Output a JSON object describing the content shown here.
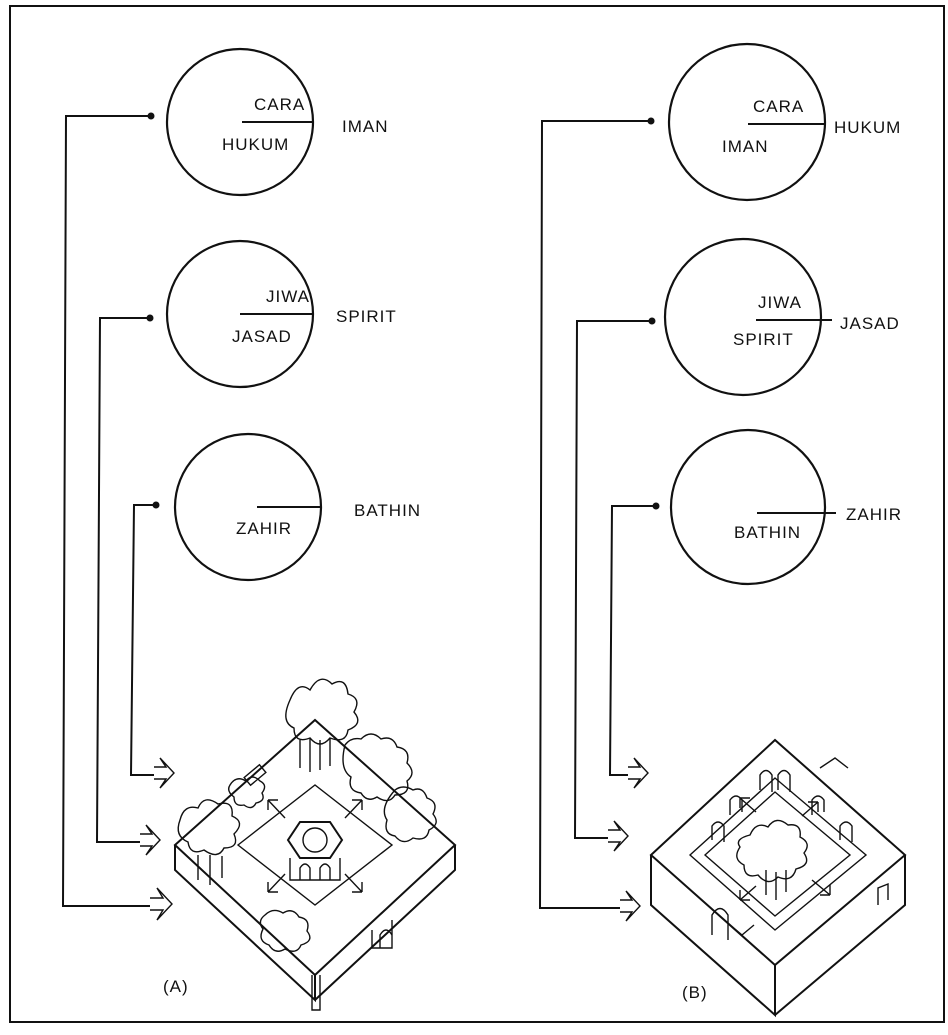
{
  "panel_a": {
    "caption": "(A)",
    "circles": [
      {
        "upper": "CARA",
        "lower": "HUKUM",
        "right": "IMAN"
      },
      {
        "upper": "JIWA",
        "lower": "JASAD",
        "right": "SPIRIT"
      },
      {
        "upper": "",
        "lower": "ZAHIR",
        "right": "BATHIN"
      }
    ]
  },
  "panel_b": {
    "caption": "(B)",
    "circles": [
      {
        "upper": "CARA",
        "lower": "IMAN",
        "right": "HUKUM"
      },
      {
        "upper": "JIWA",
        "lower": "SPIRIT",
        "right": "JASAD"
      },
      {
        "upper": "",
        "lower": "BATHIN",
        "right": "ZAHIR"
      }
    ]
  }
}
